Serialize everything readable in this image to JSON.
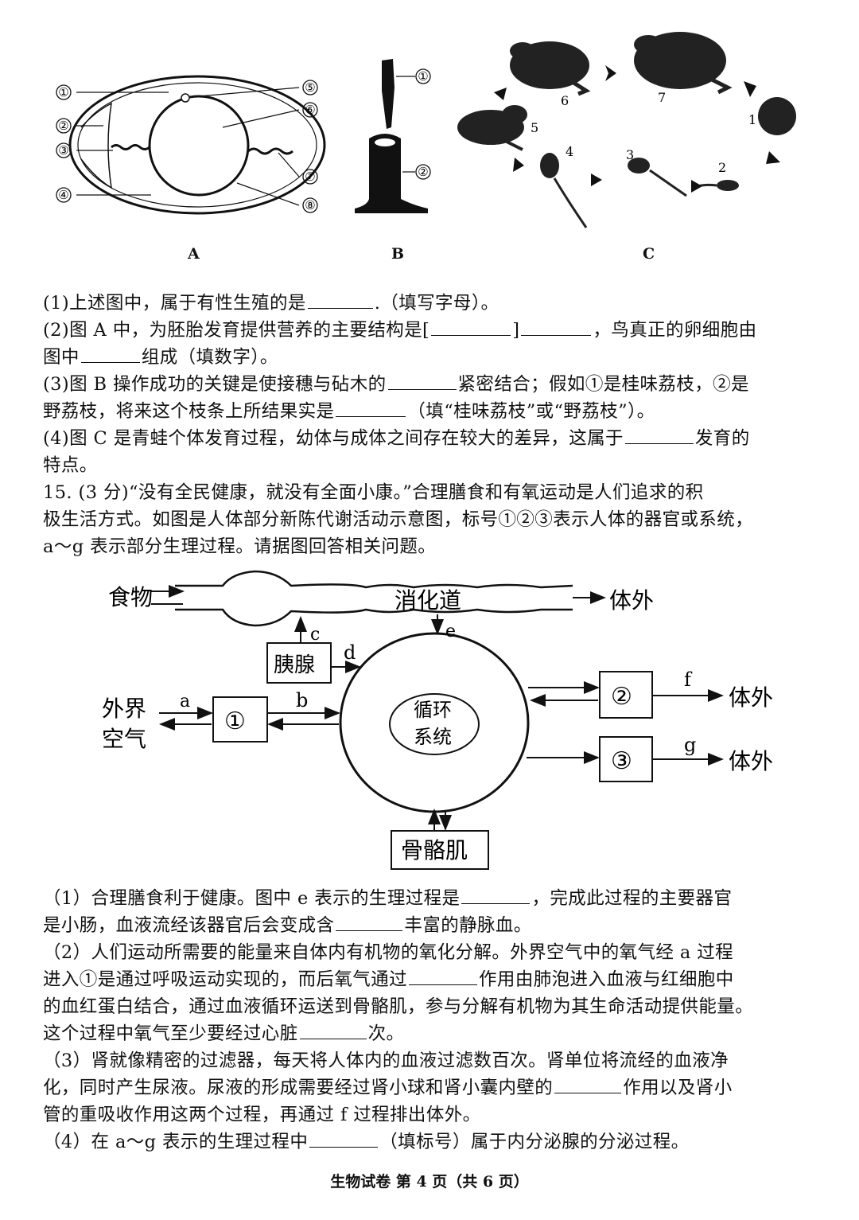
{
  "figures": {
    "A": {
      "label": "A",
      "callouts": [
        "①",
        "②",
        "③",
        "④",
        "⑤",
        "⑥",
        "⑦",
        "⑧"
      ]
    },
    "B": {
      "label": "B",
      "callouts": [
        "①",
        "②"
      ]
    },
    "C": {
      "label": "C",
      "stages": [
        "1",
        "2",
        "3",
        "4",
        "5",
        "6",
        "7"
      ]
    }
  },
  "q14": {
    "p1_a": "(1)上述图中，属于有性生殖的是",
    "p1_b": ".（填写字母）。",
    "p2_a": "(2)图 A 中，为胚胎发育提供营养的主要结构是[",
    "p2_b": "]",
    "p2_c": "，鸟真正的卵细胞由",
    "p2_d": "图中",
    "p2_e": "组成（填数字）。",
    "p3_a": "(3)图 B 操作成功的关键是使接穗与砧木的",
    "p3_b": "紧密结合；假如①是桂味荔枝，②是",
    "p3_c": "野荔枝，将来这个枝条上所结果实是",
    "p3_d": "（填“桂味荔枝”或“野荔枝”）。",
    "p4_a": "(4)图 C 是青蛙个体发育过程，幼体与成体之间存在较大的差异，这属于",
    "p4_b": "发育的",
    "p4_c": "特点。"
  },
  "q15": {
    "intro_1": "15. (3 分)“没有全民健康，就没有全面小康。”合理膳食和有氧运动是人们追求的积",
    "intro_2": "极生活方式。如图是人体部分新陈代谢活动示意图，标号①②③表示人体的器官或系统，",
    "intro_3": "a～g 表示部分生理过程。请据图回答相关问题。",
    "diagram": {
      "food": "食物",
      "tract": "消化道",
      "out1": "体外",
      "out2": "体外",
      "out3": "体外",
      "pancreas": "胰腺",
      "air_1": "外界",
      "air_2": "空气",
      "box1": "①",
      "box2": "②",
      "box3": "③",
      "circ_1": "循环",
      "circ_2": "系统",
      "muscle": "骨骼肌",
      "a": "a",
      "b": "b",
      "c": "c",
      "d": "d",
      "e": "e",
      "f": "f",
      "g": "g"
    },
    "s1_a": "（1）合理膳食利于健康。图中 e 表示的生理过程是",
    "s1_b": "，完成此过程的主要器官",
    "s1_c": "是小肠，血液流经该器官后会变成含",
    "s1_d": "丰富的静脉血。",
    "s2_a": "（2）人们运动所需要的能量来自体内有机物的氧化分解。外界空气中的氧气经 a 过程",
    "s2_b": "进入①是通过呼吸运动实现的，而后氧气通过",
    "s2_c": "作用由肺泡进入血液与红细胞中",
    "s2_d": "的血红蛋白结合，通过血液循环运送到骨骼肌，参与分解有机物为其生命活动提供能量。",
    "s2_e": "这个过程中氧气至少要经过心脏",
    "s2_f": "次。",
    "s3_a": "（3）肾就像精密的过滤器，每天将人体内的血液过滤数百次。肾单位将流经的血液净",
    "s3_b": "化，同时产生尿液。尿液的形成需要经过肾小球和肾小囊内壁的",
    "s3_c": "作用以及肾小",
    "s3_d": "管的重吸收作用这两个过程，再通过 f 过程排出体外。",
    "s4_a": "（4）在 a～g 表示的生理过程中",
    "s4_b": "（填标号）属于内分泌腺的分泌过程。"
  },
  "footer": "生物试卷 第 4 页（共 6 页）"
}
